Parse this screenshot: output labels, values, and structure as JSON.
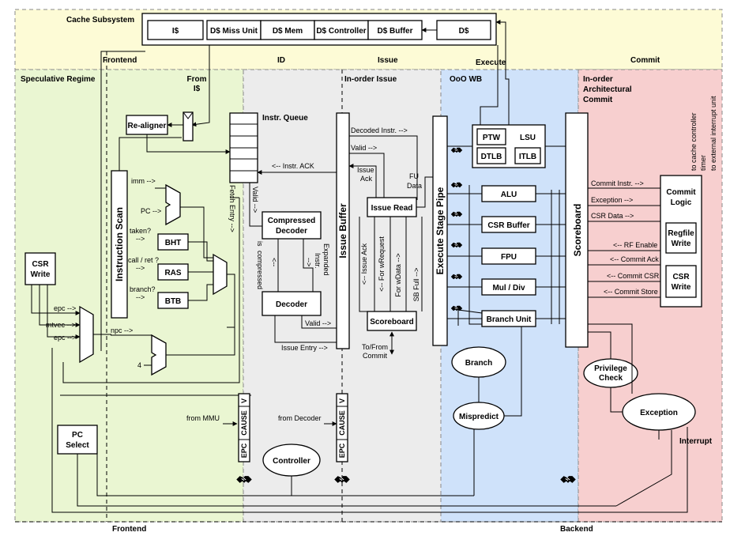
{
  "regions": {
    "cache_subsystem": "Cache Subsystem",
    "frontend_top": "Frontend",
    "id": "ID",
    "issue": "Issue",
    "execute": "Execute",
    "commit": "Commit",
    "speculative": "Speculative Regime",
    "in_order_issue": "In-order Issue",
    "ooo_wb": "OoO WB",
    "in_order_commit_1": "In-order",
    "in_order_commit_2": "Architectural",
    "in_order_commit_3": "Commit",
    "frontend_bottom": "Frontend",
    "backend_bottom": "Backend"
  },
  "cache": {
    "icache": "I$",
    "dmiss": "D$ Miss Unit",
    "dmem": "D$ Mem",
    "dctrl": "D$ Controller",
    "dbuf": "D$ Buffer",
    "dcache": "D$"
  },
  "frontend": {
    "from_i_1": "From",
    "from_i_2": "I$",
    "realigner": "Re-aligner",
    "instr_scan": "Instruction Scan",
    "imm": "imm -->",
    "pc": "PC -->",
    "taken_1": "taken?",
    "taken_2": "-->",
    "callret_1": "call / ret ?",
    "callret_2": "-->",
    "branch_1": "branch?",
    "branch_2": "-->",
    "bht": "BHT",
    "ras": "RAS",
    "btb": "BTB",
    "csr_write_1": "CSR",
    "csr_write_2": "Write",
    "epc1": "epc -->",
    "mtvec": "mtvec -->",
    "epc2": "epc -->",
    "npc": "npc -->",
    "four": "4",
    "pc_select_1": "PC",
    "pc_select_2": "Select",
    "from_mmu": "from MMU",
    "fetch_entry": "Fetch Entry -->"
  },
  "id_stage": {
    "instr_queue": "Instr. Queue",
    "instr_ack": "<-- Instr. ACK",
    "valid": "Valid -->",
    "compressed_decoder_1": "Compressed",
    "compressed_decoder_2": "Decoder",
    "is_compressed_1": "is",
    "is_compressed_2": "compressed",
    "is_compressed_3": "<--",
    "expanded_1": "Expanded",
    "expanded_2": "Instr.",
    "expanded_3": "-->",
    "decoder": "Decoder",
    "valid2": "Valid -->",
    "issue_entry": "Issue Entry -->",
    "from_decoder": "from Decoder",
    "controller": "Controller"
  },
  "regs": {
    "v": "V",
    "cause": "CAUSE",
    "epc": "EPC"
  },
  "issue_stage": {
    "issue_buffer": "Issue Buffer",
    "decoded_instr": "Decoded Instr. -->",
    "valid": "Valid -->",
    "issue_ack_1": "Issue",
    "issue_ack_2": "Ack",
    "fu_data_1": "FU",
    "fu_data_2": "Data",
    "issue_read": "Issue Read",
    "issue_ack_v": "<-- Issue Ack",
    "for_wrequest": "<-- For wRequest",
    "for_wdata": "For wData -->",
    "sb_full": "SB Full -->",
    "scoreboard": "Scoreboard",
    "to_from_1": "To/From",
    "to_from_2": "Commit"
  },
  "execute": {
    "execute_pipe": "Execute Stage Pipe",
    "ptw": "PTW",
    "lsu": "LSU",
    "dtlb": "DTLB",
    "itlb": "ITLB",
    "alu": "ALU",
    "csr_buffer": "CSR Buffer",
    "fpu": "FPU",
    "mul_div": "Mul / Div",
    "branch_unit": "Branch Unit",
    "branch": "Branch",
    "mispredict": "Mispredict"
  },
  "commit_stage": {
    "scoreboard": "Scoreboard",
    "commit_instr": "Commit Instr. -->",
    "exception": "Exception -->",
    "csr_data": "CSR Data -->",
    "rf_enable": "<-- RF Enable",
    "commit_ack": "<-- Commit Ack",
    "commit_csr": "<-- Commit CSR",
    "commit_store": "<-- Commit Store",
    "commit_logic_1": "Commit",
    "commit_logic_2": "Logic",
    "regfile_write_1": "Regfile",
    "regfile_write_2": "Write",
    "csr_write_1": "CSR",
    "csr_write_2": "Write",
    "to_cache_controller": "to cache controller",
    "timer": "timer",
    "to_external_interrupt": "to external interrupt unit",
    "privilege_check_1": "Privilege",
    "privilege_check_2": "Check",
    "exception_ellipse": "Exception",
    "interrupt": "Interrupt"
  },
  "icons": [
    "handshake-icon"
  ],
  "colors": {
    "cache_region": "#fdfbd6",
    "frontend_region": "#eaf6d2",
    "id_region": "#ececec",
    "ooo_region": "#cfe2fa",
    "commit_region": "#f7cfcf"
  }
}
